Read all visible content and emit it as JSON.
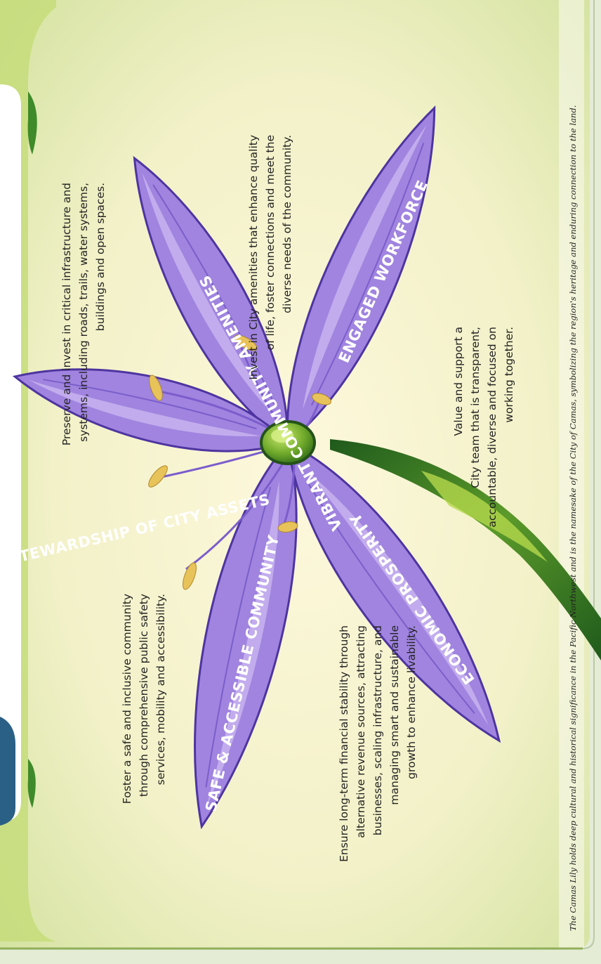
{
  "petals": [
    {
      "key": "vibrant",
      "label": "VIBRANT COMMUNITY AMENITIES"
    },
    {
      "key": "engaged",
      "label": "ENGAGED WORKFORCE"
    },
    {
      "key": "stewardship",
      "label": "STEWARDSHIP OF CITY ASSETS"
    },
    {
      "key": "safe",
      "label": "SAFE & ACCESSIBLE COMMUNITY"
    },
    {
      "key": "economic",
      "label": "ECONOMIC PROSPERITY"
    }
  ],
  "descriptions": {
    "vibrant": [
      "Invest in City amenities that enhance quality",
      "of life, foster connections and meet the",
      "diverse needs of  the community."
    ],
    "stewardship": [
      "Preserve and invest in critical infrastructure and",
      "systems, including roads, trails, water systems,",
      "buildings and open spaces."
    ],
    "engaged": [
      "Value and support a",
      "City team that is transparent,",
      "accountable, diverse and focused on",
      "working together."
    ],
    "safe": [
      "Foster a safe and inclusive community",
      "through comprehensive public safety",
      "services, mobility and accessibility."
    ],
    "economic": [
      "Ensure long-term financial stability through",
      "alternative revenue sources, attracting",
      "businesses, scaling infrastructure, and",
      "managing smart and sustainable",
      "growth to enhance livability."
    ]
  },
  "footer": "The Camas Lily holds deep cultural and historical significance in the Pacific Northwest and is the namesake of the City of Camas, symbolizing the region's heritage and enduring connection to the land.",
  "colors": {
    "petal_light": "#b79ae6",
    "petal_mid": "#8a6ad0",
    "petal_dark": "#5b3fb0",
    "stem": "#2f7a2a",
    "center": "#6aa628",
    "anther": "#e8c35a",
    "background_light": "#fbf6d8",
    "background_green": "#d6e4a8",
    "frame": "#cfe58c"
  }
}
